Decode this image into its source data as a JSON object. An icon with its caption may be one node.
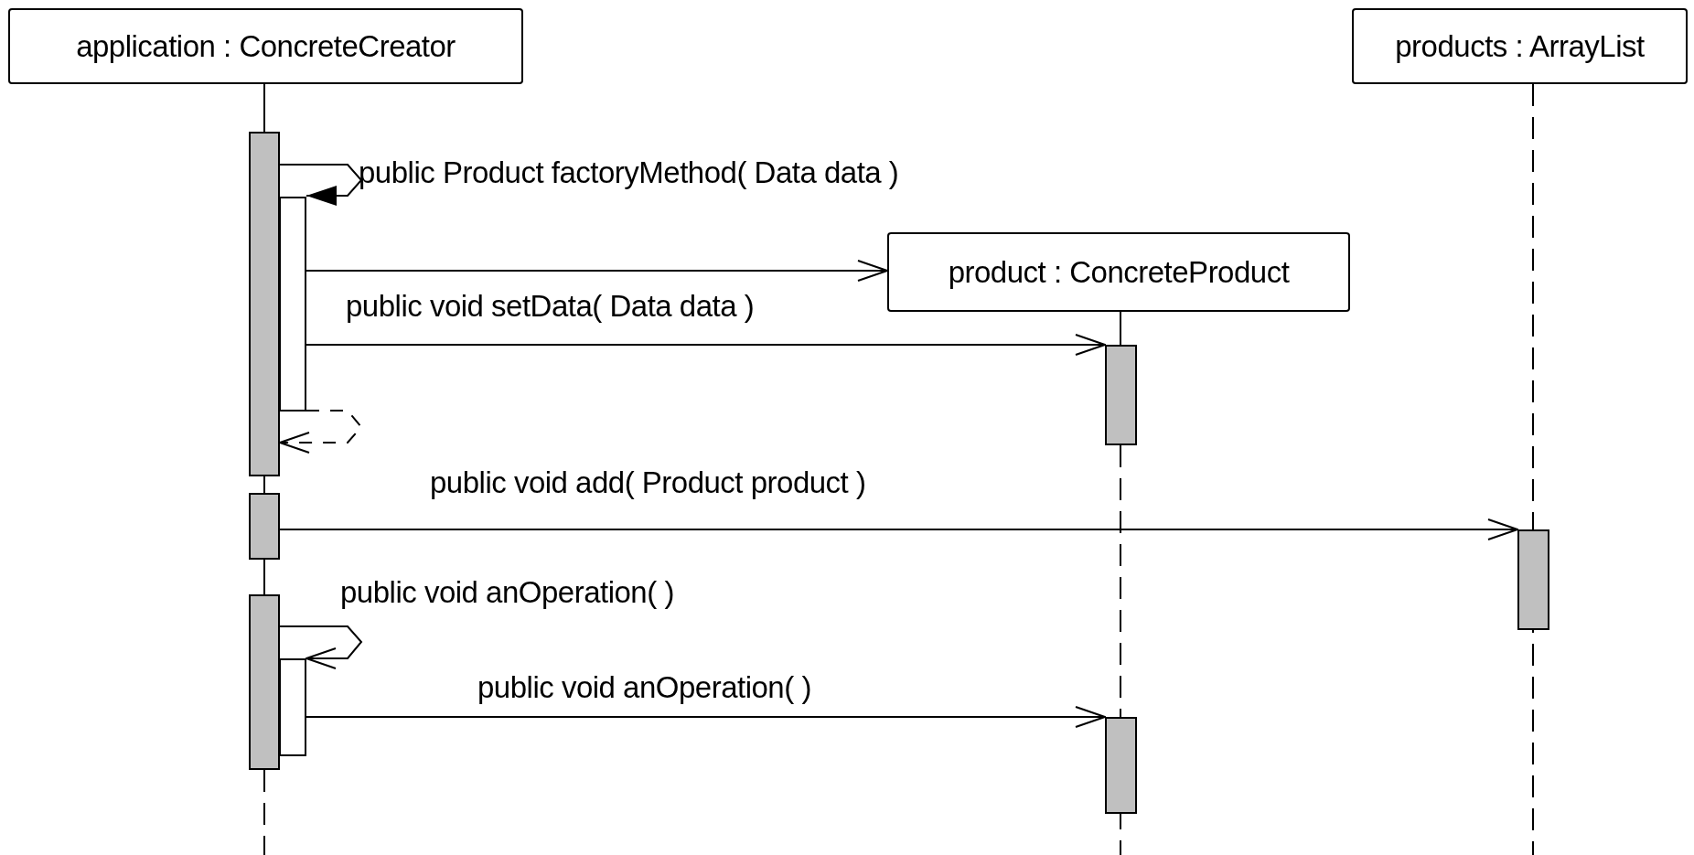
{
  "diagram": {
    "nodes": [
      {
        "text": [
          "application : ConcreteCreator"
        ]
      },
      {
        "text": [
          "products : ArrayList"
        ]
      },
      {
        "text": [],
        "shape": "bar"
      },
      {
        "text": [],
        "shape": "bar"
      },
      {
        "text": [
          "product : ConcreteProduct"
        ]
      },
      {
        "text": [],
        "shape": "bar"
      },
      {
        "text": [],
        "shape": "bar"
      },
      {
        "text": [],
        "shape": "bar"
      },
      {
        "text": [],
        "shape": "bar"
      },
      {
        "text": [],
        "shape": "bar"
      },
      {
        "text": [],
        "shape": "bar"
      }
    ],
    "edges": [
      {
        "from": 2,
        "to": 3,
        "arrow": "to",
        "label": "public Product  factoryMethod( Data data )"
      },
      {
        "from": 3,
        "to": 4,
        "arrow": "to"
      },
      {
        "from": 3,
        "to": 5,
        "arrow": "to",
        "label": "public void  setData( Data data )"
      },
      {
        "from": 3,
        "to": 2,
        "arrow": "to",
        "style": "dashed"
      },
      {
        "from": 6,
        "to": 7,
        "arrow": "to",
        "label": "public void  add( Product product )"
      },
      {
        "from": 8,
        "to": 9,
        "arrow": "to",
        "label": "public void  anOperation(  )"
      },
      {
        "from": 9,
        "to": 10,
        "arrow": "to",
        "label": "public void  anOperation(  )"
      },
      {
        "from": 0,
        "to": 2,
        "arrow": "none"
      },
      {
        "from": 2,
        "to": 6,
        "arrow": "none"
      },
      {
        "from": 6,
        "to": 8,
        "arrow": "none"
      },
      {
        "from": 4,
        "to": 5,
        "arrow": "none"
      }
    ]
  }
}
